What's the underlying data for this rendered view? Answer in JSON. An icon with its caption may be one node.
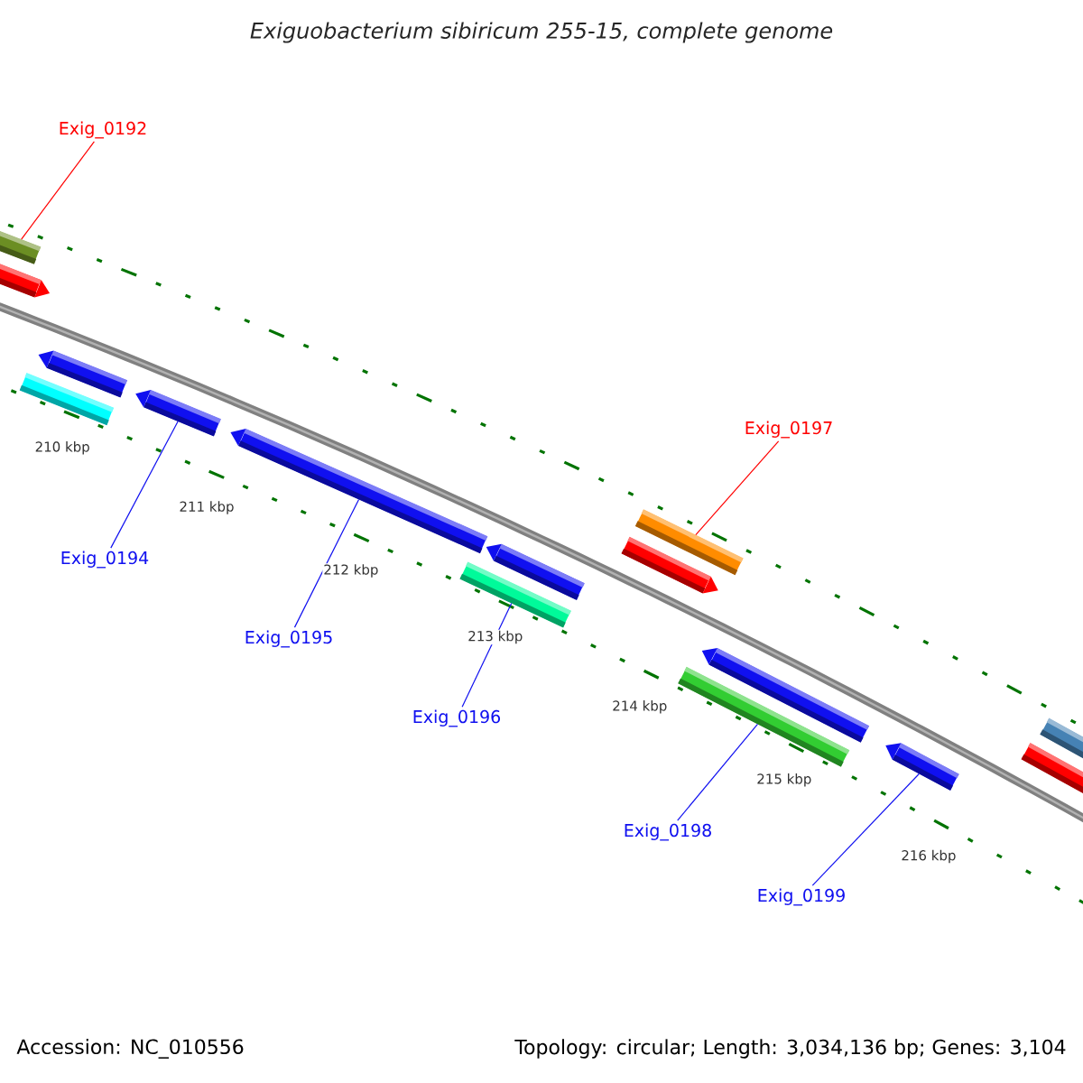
{
  "diagram": {
    "title": "Exiguobacterium sibiricum 255-15, complete genome",
    "nodes": [
      {
        "text": [
          "Exig_0192"
        ]
      },
      {
        "text": [
          "Exig_0194"
        ]
      },
      {
        "text": [
          "Exig_0195"
        ]
      },
      {
        "text": [
          "Exig_0196"
        ]
      },
      {
        "text": [
          "Exig_0197"
        ]
      },
      {
        "text": [
          "Exig_0198"
        ]
      },
      {
        "text": [
          "Exig_0199"
        ]
      },
      {
        "text": [],
        "shape": "arrow"
      },
      {
        "text": [],
        "shape": "arrow"
      },
      {
        "text": [],
        "shape": "arrow"
      },
      {
        "text": [],
        "shape": "arrow"
      },
      {
        "text": [],
        "shape": "arrow"
      },
      {
        "text": [],
        "shape": "arrow"
      },
      {
        "text": [],
        "shape": "arrow"
      },
      {
        "text": [],
        "shape": "arrow"
      },
      {
        "text": [],
        "shape": "arrow"
      },
      {
        "text": [],
        "shape": "arrow"
      },
      {
        "text": [],
        "shape": "arrow"
      },
      {
        "text": [],
        "shape": "arrow"
      },
      {
        "text": [],
        "shape": "arrow"
      },
      {
        "text": [],
        "shape": "arrow"
      },
      {
        "text": [],
        "shape": "arrow"
      }
    ],
    "edges": [
      {
        "from": 0,
        "to": 7,
        "arrow": "none",
        "color": "#ff0000"
      },
      {
        "from": 1,
        "to": 11,
        "arrow": "none"
      },
      {
        "from": 2,
        "to": 12,
        "arrow": "none"
      },
      {
        "from": 3,
        "to": 14,
        "arrow": "none"
      },
      {
        "from": 4,
        "to": 15,
        "arrow": "none",
        "color": "#ff0000"
      },
      {
        "from": 5,
        "to": 18,
        "arrow": "none"
      },
      {
        "from": 6,
        "to": 19,
        "arrow": "none"
      }
    ],
    "labels": [
      "210 kbp",
      "211 kbp",
      "212 kbp",
      "213 kbp",
      "214 kbp",
      "215 kbp",
      "216 kbp",
      "Accession: NC_010556",
      "Topology: circular; Length: 3,034,136 bp; Genes: 3,104"
    ]
  }
}
